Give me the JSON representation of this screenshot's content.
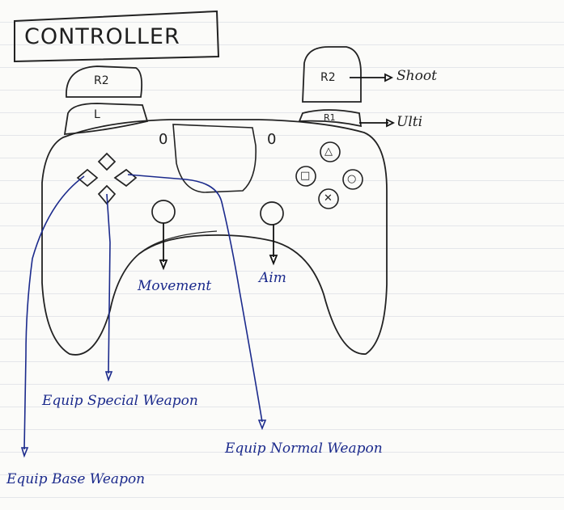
{
  "title": "CONTROLLER",
  "buttons": {
    "l2": "R2",
    "l1": "L",
    "r2": "R2",
    "r1": "R1",
    "stick_left": "0",
    "stick_right": "0",
    "triangle": "△",
    "square": "□",
    "circle": "○",
    "cross": "✕"
  },
  "labels": {
    "shoot": "Shoot",
    "ulti": "Ulti",
    "movement": "Movement",
    "aim": "Aim",
    "equip_special": "Equip Special Weapon",
    "equip_normal": "Equip Normal Weapon",
    "equip_base": "Equip Base Weapon"
  },
  "colors": {
    "ink": "#1f1f1f",
    "blue_ink": "#1b2a8c",
    "paper": "#fbfbf9"
  }
}
